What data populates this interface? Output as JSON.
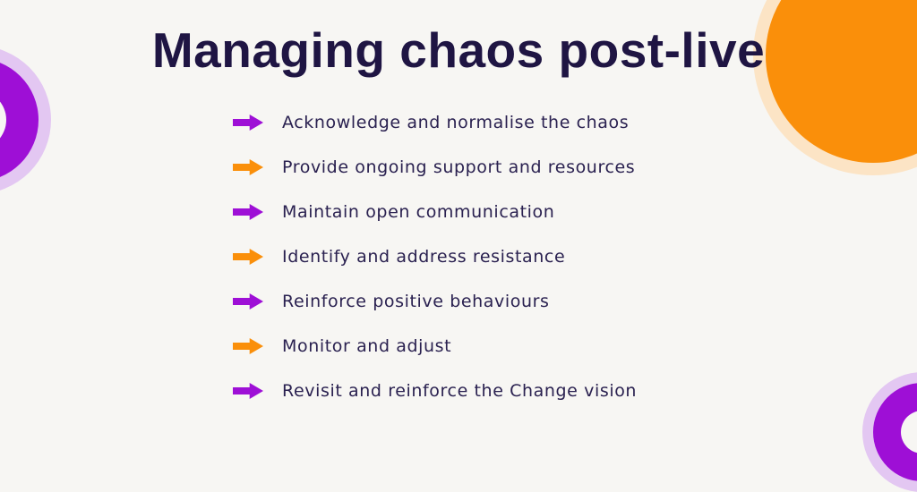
{
  "title": "Managing chaos post-live",
  "colors": {
    "background": "#F7F6F3",
    "navy": "#1F1543",
    "text": "#2A2150",
    "purple": "#9E0FD6",
    "orange": "#FA8F0A",
    "lavender": "#E3C7F2",
    "peach": "#FCE4C5"
  },
  "list": {
    "items": [
      {
        "text": "Acknowledge and normalise the chaos",
        "arrow_color": "purple"
      },
      {
        "text": "Provide ongoing support and resources",
        "arrow_color": "orange"
      },
      {
        "text": "Maintain open communication",
        "arrow_color": "purple"
      },
      {
        "text": "Identify and address resistance",
        "arrow_color": "orange"
      },
      {
        "text": "Reinforce positive behaviours",
        "arrow_color": "purple"
      },
      {
        "text": "Monitor and adjust",
        "arrow_color": "orange"
      },
      {
        "text": "Revisit and reinforce the Change vision",
        "arrow_color": "purple"
      }
    ]
  }
}
